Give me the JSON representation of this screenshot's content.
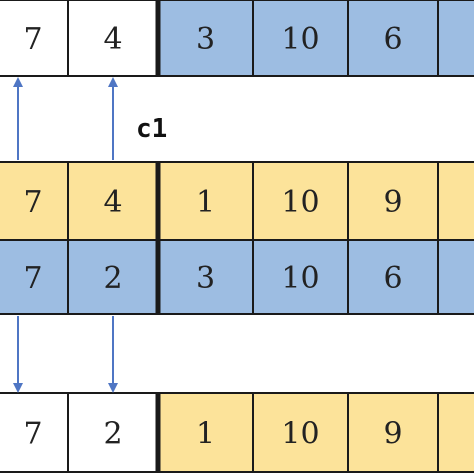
{
  "colors": {
    "white": "#ffffff",
    "blue": "#9dbde2",
    "yellow": "#fce39a",
    "arrow": "#4f76c4",
    "border": "#1a1a1a"
  },
  "label": "c1",
  "rows": [
    {
      "name": "row-top-result",
      "cells": [
        {
          "v": "7",
          "c": "white"
        },
        {
          "v": "4",
          "c": "white"
        },
        {
          "v": "3",
          "c": "blue"
        },
        {
          "v": "10",
          "c": "blue"
        },
        {
          "v": "6",
          "c": "blue"
        },
        {
          "v": "",
          "c": "blue"
        }
      ]
    },
    {
      "name": "row-parent-yellow",
      "cells": [
        {
          "v": "7",
          "c": "yellow"
        },
        {
          "v": "4",
          "c": "yellow"
        },
        {
          "v": "1",
          "c": "yellow"
        },
        {
          "v": "10",
          "c": "yellow"
        },
        {
          "v": "9",
          "c": "yellow"
        },
        {
          "v": "",
          "c": "yellow"
        }
      ]
    },
    {
      "name": "row-parent-blue",
      "cells": [
        {
          "v": "7",
          "c": "blue"
        },
        {
          "v": "2",
          "c": "blue"
        },
        {
          "v": "3",
          "c": "blue"
        },
        {
          "v": "10",
          "c": "blue"
        },
        {
          "v": "6",
          "c": "blue"
        },
        {
          "v": "",
          "c": "blue"
        }
      ]
    },
    {
      "name": "row-bottom-result",
      "cells": [
        {
          "v": "7",
          "c": "white"
        },
        {
          "v": "2",
          "c": "white"
        },
        {
          "v": "1",
          "c": "yellow"
        },
        {
          "v": "10",
          "c": "yellow"
        },
        {
          "v": "9",
          "c": "yellow"
        },
        {
          "v": "",
          "c": "yellow"
        }
      ]
    }
  ]
}
